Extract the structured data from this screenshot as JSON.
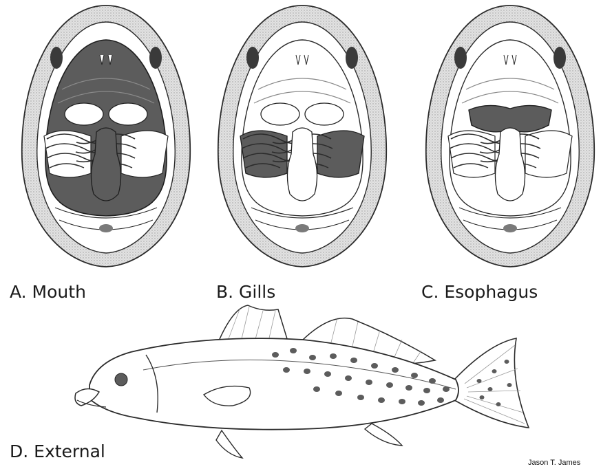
{
  "labels": {
    "a": "A.  Mouth",
    "b": "B.  Gills",
    "c": "C.  Esophagus",
    "d": "D.  External"
  },
  "credit": "Jason T. James",
  "colors": {
    "highlight": "#5c5c5c",
    "outline": "#2b2b2b",
    "skin": "#d2d2d2",
    "background": "#ffffff"
  },
  "panels": [
    {
      "id": "a",
      "highlight": "mouth"
    },
    {
      "id": "b",
      "highlight": "gills"
    },
    {
      "id": "c",
      "highlight": "esophagus"
    }
  ]
}
